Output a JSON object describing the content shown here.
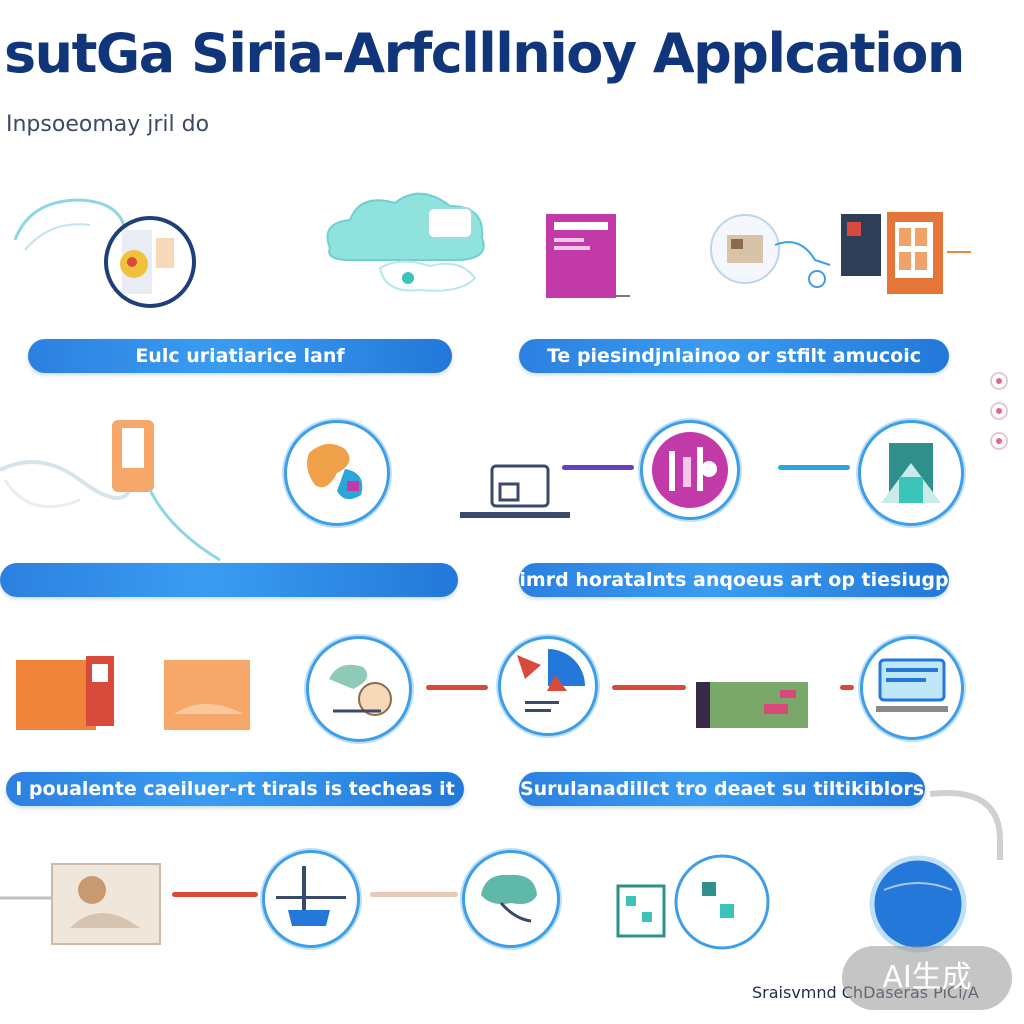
{
  "header": {
    "title": "sutGa Siria-Arfclllnioy Applcation",
    "subtitle": "Inpsoeomay  jril do"
  },
  "banners": [
    "Eulc uriatiarice lanf",
    "Te piesindjnlainoo or stfilt amucoic",
    "",
    "imrd horatalnts anqoeus art op tiesiugp",
    "I poualente caeiluer-rt tirals is techeas it",
    "Surulanadillct tro deaet su tiltikiblors"
  ],
  "footer": {
    "credit": "Sraisvmnd ChDaseras PiCi/A",
    "watermark": "AI生成"
  },
  "colors": {
    "title": "#10357a",
    "banner": "#2c80e0",
    "node_ring": "#3e9ee6",
    "connector_purple": "#6a3fbf",
    "connector_cyan": "#2aa7d8",
    "connector_red": "#d84a3c",
    "accent_orange": "#f0843a",
    "accent_magenta": "#c23aa8",
    "accent_teal": "#3cc4b8"
  },
  "icons": [
    "face-recognition-icon",
    "cloud-icon",
    "document-icon",
    "server-room-icon",
    "door-panel-icon",
    "glove-icon",
    "brain-map-icon",
    "laptop-icon",
    "lab-equipment-icon",
    "building-icon",
    "paper-sheet-icon",
    "tree-icon",
    "chart-icon",
    "board-icon",
    "monitor-icon",
    "photo-icon",
    "microscope-icon",
    "brain-icon",
    "circuit-icon",
    "globe-icon"
  ]
}
